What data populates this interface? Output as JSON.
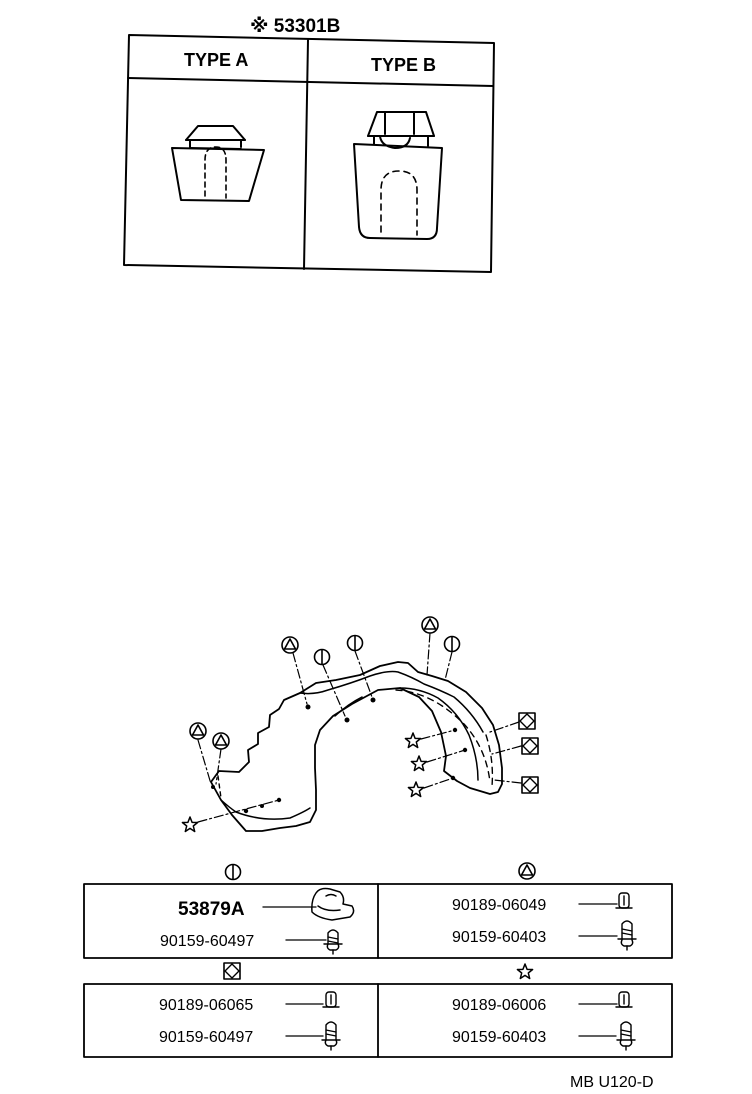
{
  "clip_table": {
    "part_ref": "※ 53301B",
    "type_a": "TYPE A",
    "type_b": "TYPE B"
  },
  "legend_groups": [
    {
      "symbol": "circle-bar-icon",
      "parts": [
        "53879A",
        "90159-60497"
      ]
    },
    {
      "symbol": "circle-triangle-icon",
      "parts": [
        "90189-06049",
        "90159-60403"
      ]
    },
    {
      "symbol": "square-diamond-icon",
      "parts": [
        "90189-06065",
        "90159-60497"
      ]
    },
    {
      "symbol": "star-icon",
      "parts": [
        "90189-06006",
        "90159-60403"
      ]
    }
  ],
  "diagram_code": "MB U120-D"
}
